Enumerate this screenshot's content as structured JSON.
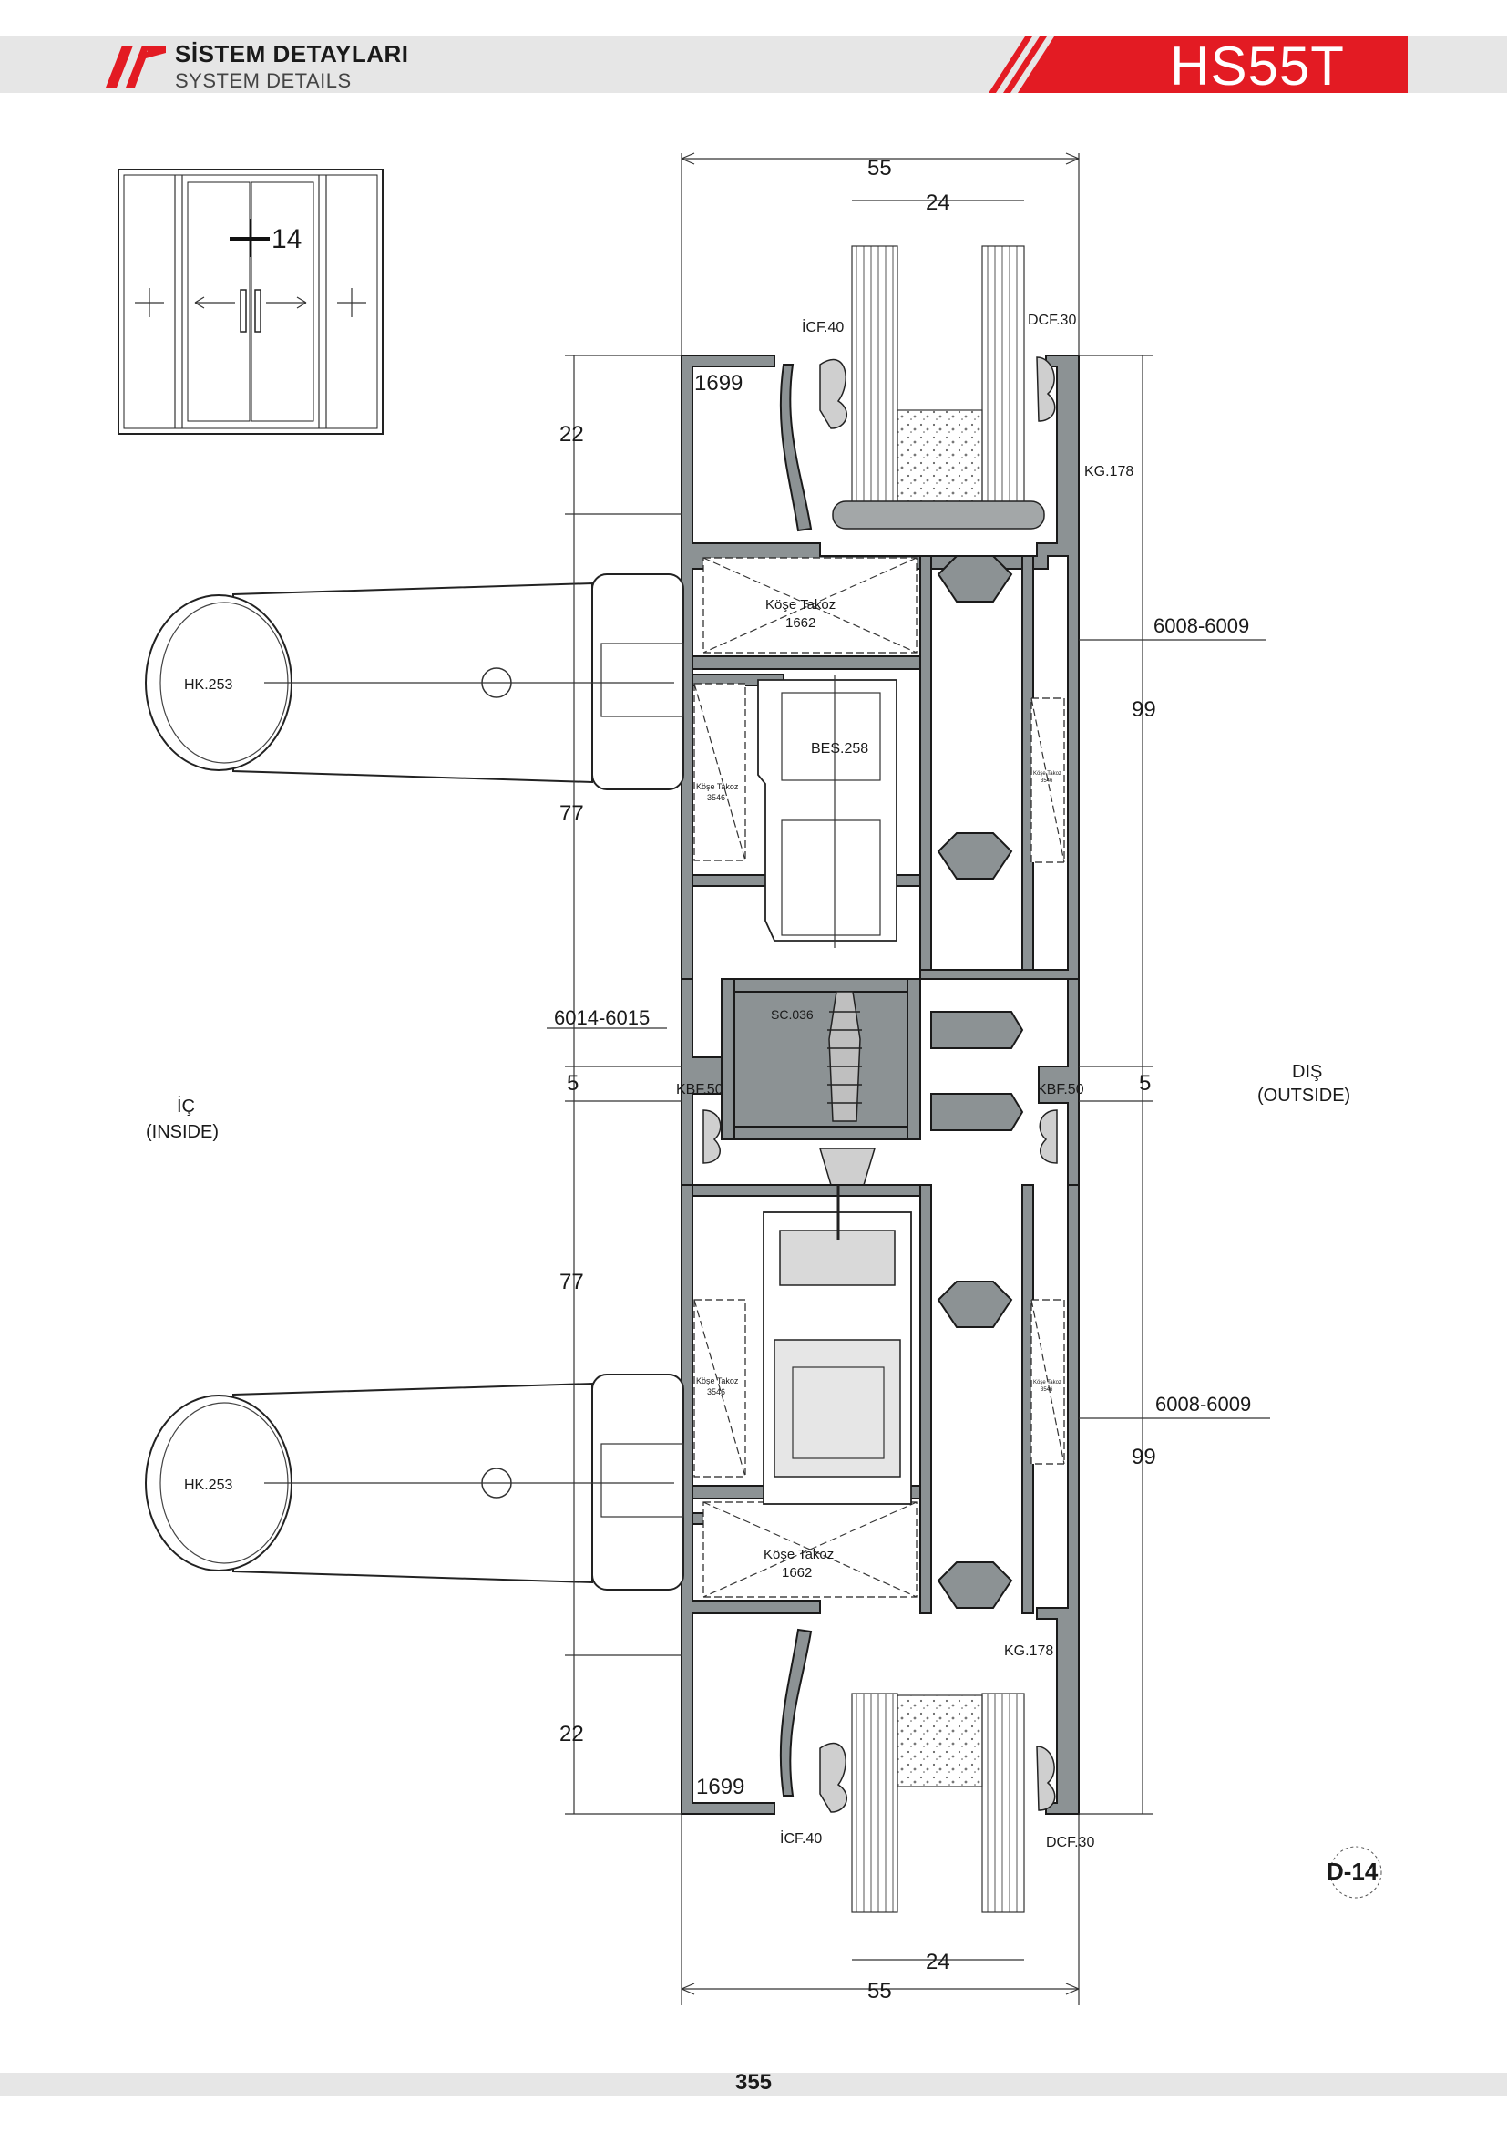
{
  "header": {
    "title": "SİSTEM DETAYLARI",
    "subtitle": "SYSTEM DETAILS",
    "model": "HS55T"
  },
  "colors": {
    "brand_red": "#e31b23",
    "header_band": "#e6e6e6",
    "profile_gray": "#8c9294"
  },
  "thumbnail": {
    "section_ref": "14"
  },
  "dimensions": {
    "top_total": "55",
    "top_glass": "24",
    "bottom_total": "55",
    "bottom_glass": "24",
    "left_top_22": "22",
    "left_upper_77": "77",
    "left_gap_5": "5",
    "left_lower_77": "77",
    "left_bottom_22": "22",
    "right_upper_99": "99",
    "right_gap_5": "5",
    "right_lower_99": "99"
  },
  "labels": {
    "icf_top": "İCF.40",
    "dcf_top": "DCF.30",
    "profile_1699_top": "1699",
    "kg_top": "KG.178",
    "kose_takoz_top": "Köşe Takoz",
    "kose_takoz_top_num": "1662",
    "profile_6008_top": "6008-6009",
    "handle_top": "HK.253",
    "bes": "BES.258",
    "kose_small_l1": "Köşe Takoz",
    "kose_small_l1_num": "3546",
    "kose_small_r1": "Köşe Takoz",
    "kose_small_r1_num": "3546",
    "profile_6014": "6014-6015",
    "sc": "SC.036",
    "kbf_left": "KBF.50",
    "kbf_right": "KBF.50",
    "inside": "İÇ",
    "inside_en": "(INSIDE)",
    "outside": "DIŞ",
    "outside_en": "(OUTSIDE)",
    "kose_small_l2": "Köşe Takoz",
    "kose_small_l2_num": "3546",
    "kose_small_r2": "Köşe Takoz",
    "kose_small_r2_num": "3546",
    "profile_6008_bottom": "6008-6009",
    "handle_bottom": "HK.253",
    "kose_takoz_bottom": "Köşe Takoz",
    "kose_takoz_bottom_num": "1662",
    "kg_bottom": "KG.178",
    "profile_1699_bottom": "1699",
    "icf_bottom": "İCF.40",
    "dcf_bottom": "DCF.30",
    "detail_ref": "D-14"
  },
  "footer": {
    "page_number": "355"
  }
}
